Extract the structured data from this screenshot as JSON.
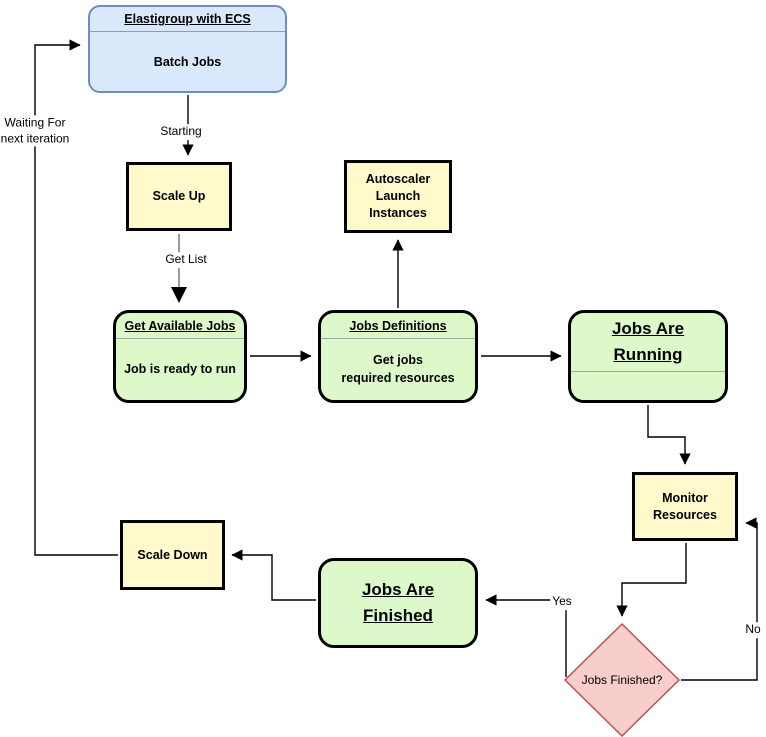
{
  "nodes": {
    "elastigroup": {
      "title": "Elastigroup with ECS",
      "body": "Batch Jobs"
    },
    "scale_up": {
      "label": "Scale Up"
    },
    "autoscaler": {
      "label": "Autoscaler\nLaunch\nInstances"
    },
    "get_available_jobs": {
      "title": "Get Available Jobs",
      "body": "Job is ready to run"
    },
    "jobs_definitions": {
      "title": "Jobs Definitions",
      "body": "Get jobs\nrequired resources"
    },
    "jobs_are_running": {
      "title": "Jobs Are\nRunning"
    },
    "monitor_resources": {
      "label": "Monitor\nResources"
    },
    "decision": {
      "label": "Jobs Finished?"
    },
    "jobs_are_finished": {
      "title": "Jobs Are\nFinished"
    },
    "scale_down": {
      "label": "Scale Down"
    }
  },
  "edge_labels": {
    "starting": "Starting",
    "get_list": "Get List",
    "yes": "Yes",
    "no": "No",
    "waiting": "Waiting For\nnext iteration"
  },
  "colors": {
    "start_fill": "#dae8fc",
    "start_border": "#6c8ebf",
    "process_fill": "#fff9cc",
    "process_border": "#000000",
    "state_fill": "#ddf9ca",
    "state_border": "#000000",
    "decision_fill": "#f8cecc",
    "decision_border": "#b85450",
    "connector_black": "#000000",
    "connector_gray": "#999999"
  }
}
